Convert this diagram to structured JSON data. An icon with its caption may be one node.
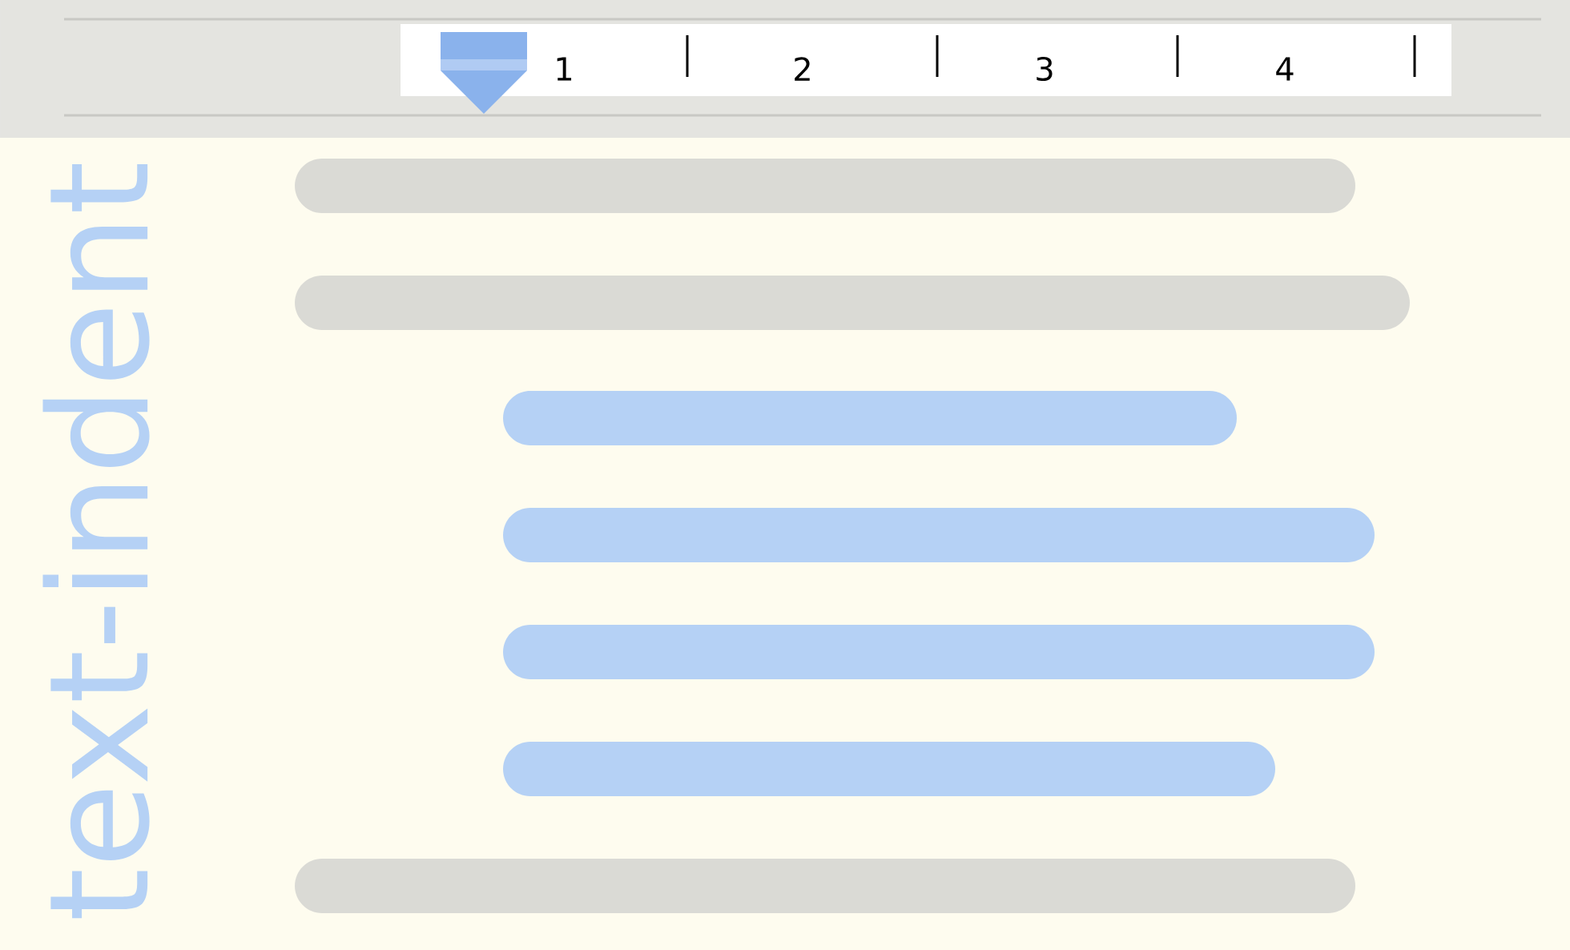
{
  "diagram": {
    "title": "text-indent",
    "labels": [
      "1",
      "2",
      "3",
      "4"
    ]
  }
}
